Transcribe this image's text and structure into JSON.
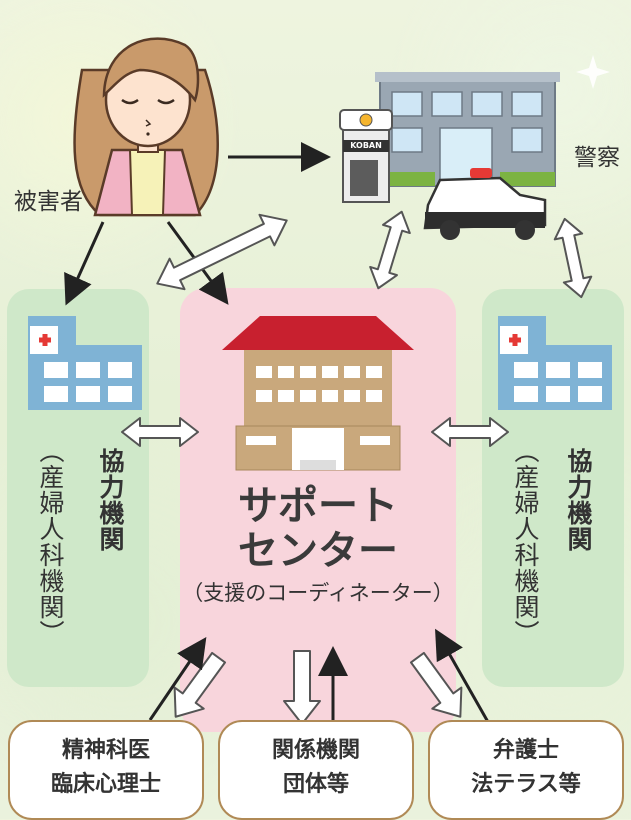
{
  "victim_label": "被害者",
  "police_label": "警察",
  "koban_sign": "KOBAN",
  "left_org": {
    "title": "協力機関",
    "subtitle": "（産婦人科機関）"
  },
  "right_org": {
    "title": "協力機関",
    "subtitle": "（産婦人科機関）"
  },
  "center": {
    "title_line1": "サポート",
    "title_line2": "センター",
    "subtitle": "（支援のコーディネーター）"
  },
  "bottom_boxes": [
    {
      "line1": "精神科医",
      "line2": "臨床心理士"
    },
    {
      "line1": "関係機関",
      "line2": "団体等"
    },
    {
      "line1": "弁護士",
      "line2": "法テラス等"
    }
  ],
  "colors": {
    "side_panel": "#cfe8c9",
    "center_panel": "#f8d5dc",
    "roof_red": "#c8202f",
    "building_tan": "#c9a87c",
    "box_border": "#b08a56"
  }
}
